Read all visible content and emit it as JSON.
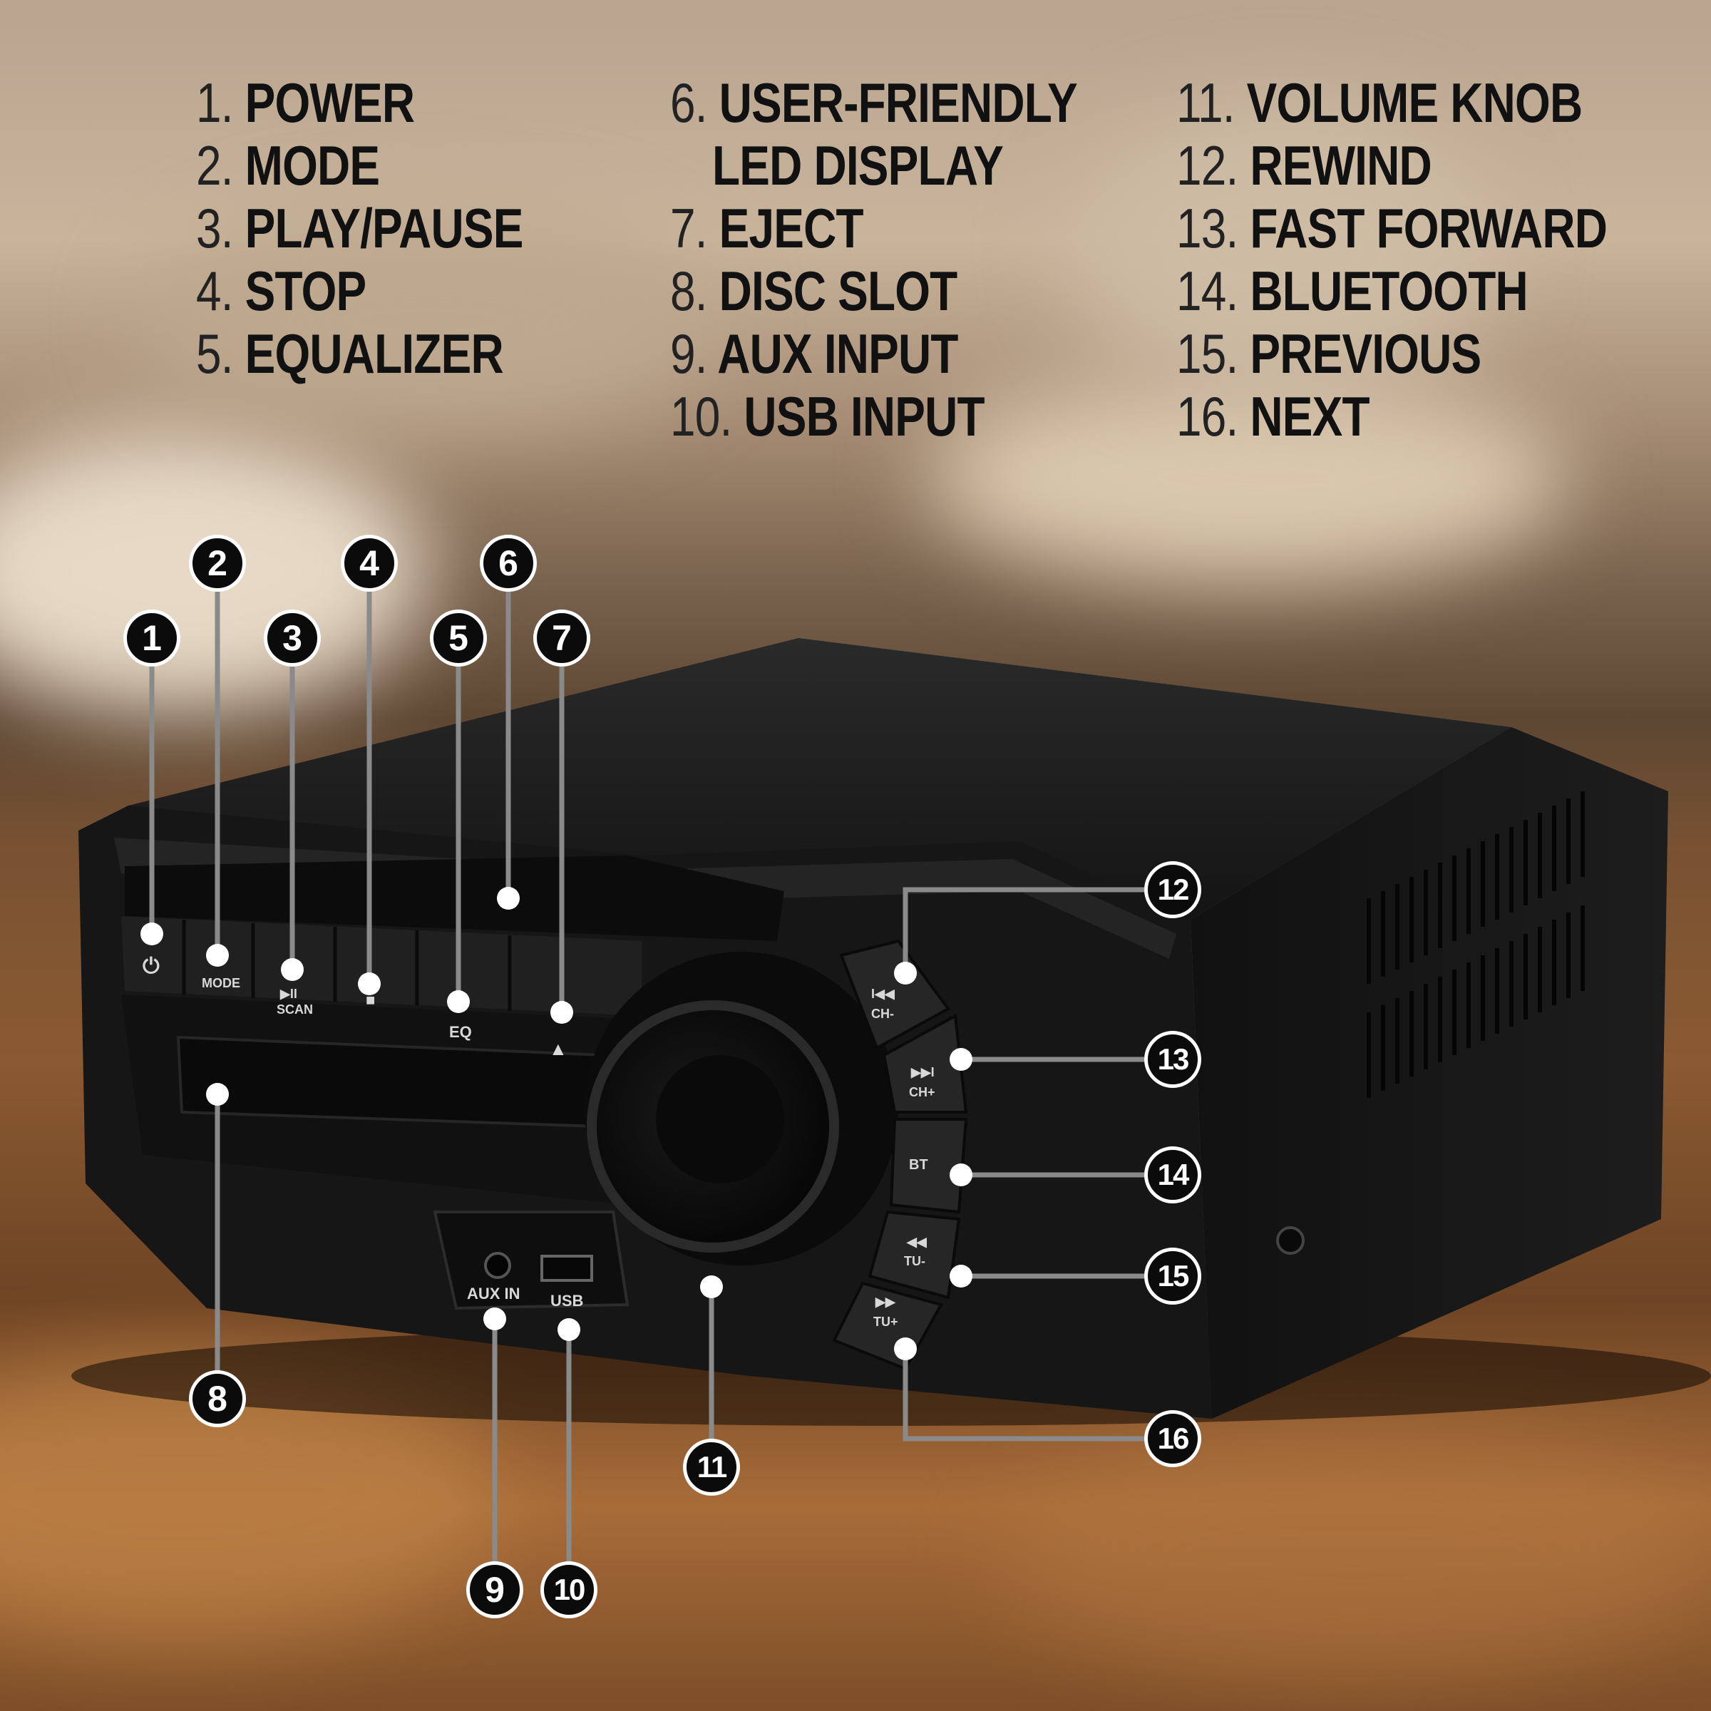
{
  "legend": {
    "col1": [
      {
        "num": "1.",
        "label": "POWER"
      },
      {
        "num": "2.",
        "label": "MODE"
      },
      {
        "num": "3.",
        "label": "PLAY/PAUSE"
      },
      {
        "num": "4.",
        "label": "STOP"
      },
      {
        "num": "5.",
        "label": "EQUALIZER"
      }
    ],
    "col2": [
      {
        "num": "6.",
        "label": "USER-FRIENDLY"
      },
      {
        "num": "",
        "label": "LED DISPLAY"
      },
      {
        "num": "7.",
        "label": "EJECT"
      },
      {
        "num": "8.",
        "label": "DISC SLOT"
      },
      {
        "num": "9.",
        "label": "AUX INPUT"
      },
      {
        "num": "10.",
        "label": "USB INPUT"
      }
    ],
    "col3": [
      {
        "num": "11.",
        "label": "VOLUME KNOB"
      },
      {
        "num": "12.",
        "label": "REWIND"
      },
      {
        "num": "13.",
        "label": "FAST FORWARD"
      },
      {
        "num": "14.",
        "label": "BLUETOOTH"
      },
      {
        "num": "15.",
        "label": "PREVIOUS"
      },
      {
        "num": "16.",
        "label": "NEXT"
      }
    ]
  },
  "callouts": [
    "1",
    "2",
    "3",
    "4",
    "5",
    "6",
    "7",
    "8",
    "9",
    "10",
    "11",
    "12",
    "13",
    "14",
    "15",
    "16"
  ],
  "device_labels": {
    "power_symbol": "⏻",
    "mode": "MODE",
    "play_pause_symbol": "▶II",
    "scan": "SCAN",
    "stop_symbol": "■",
    "eq": "EQ",
    "eject_symbol": "▲",
    "aux_in": "AUX IN",
    "usb": "USB",
    "ch_minus_symbol": "I◀◀",
    "ch_minus": "CH-",
    "ch_plus_symbol": "▶▶I",
    "ch_plus": "CH+",
    "bt": "BT",
    "tu_minus_symbol": "◀◀",
    "tu_minus": "TU-",
    "tu_plus_symbol": "▶▶",
    "tu_plus": "TU+"
  },
  "colors": {
    "device_body": "#1c1c1c",
    "callout_fill": "#0b0b0b",
    "callout_border": "#ffffff",
    "leader_line": "#8a8a8a",
    "legend_text": "#111111"
  }
}
